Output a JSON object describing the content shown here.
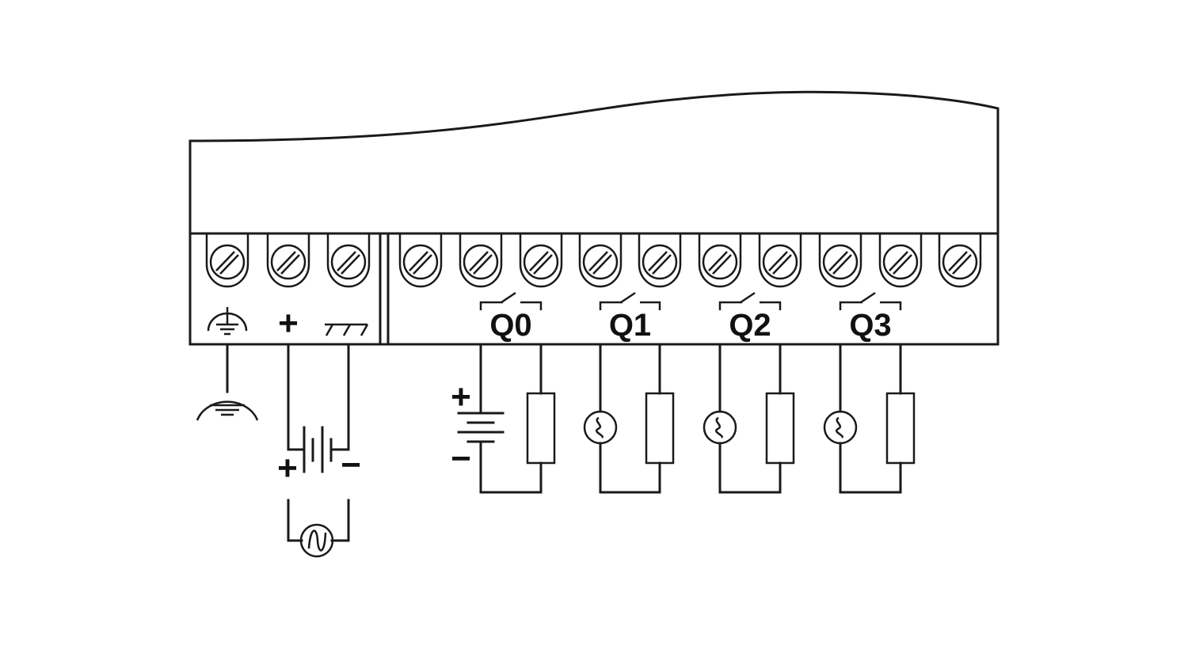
{
  "colors": {
    "line": "#1a1a1a",
    "background": "#ffffff"
  },
  "power_terminals": {
    "terminal_count": 3,
    "symbols": [
      "ground-icon",
      "plus-sign",
      "chassis-ground-icon"
    ],
    "plus_label": "+"
  },
  "outputs": {
    "terminal_count": 10,
    "relays": [
      {
        "label": "Q0",
        "load_source": "dc"
      },
      {
        "label": "Q1",
        "load_source": "ac"
      },
      {
        "label": "Q2",
        "load_source": "ac"
      },
      {
        "label": "Q3",
        "load_source": "ac"
      }
    ]
  },
  "supply": {
    "dc_plus": "+",
    "dc_minus": "−",
    "ac_source": "ac-source-icon"
  },
  "q0_dc_source": {
    "plus": "+",
    "minus": "−"
  }
}
